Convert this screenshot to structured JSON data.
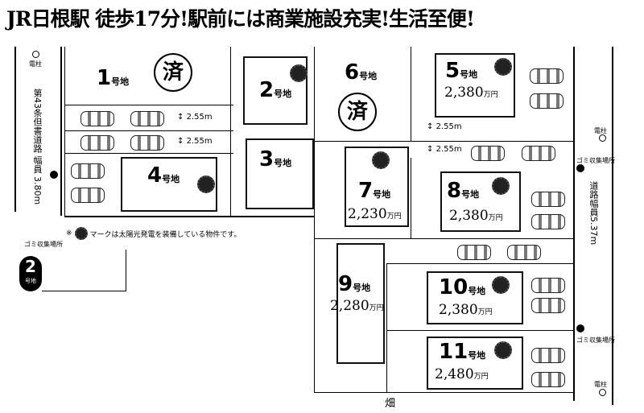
{
  "title": "JR日根駅 徒歩17分!駅前には商業施設充実!生活至便!",
  "lot_suffix": "号地",
  "price_unit": "万円",
  "sold_mark": "済",
  "lots": [
    {
      "num": "1",
      "price": "",
      "sold": true
    },
    {
      "num": "2",
      "price": "",
      "sold": false,
      "solar": true
    },
    {
      "num": "3",
      "price": "",
      "sold": false
    },
    {
      "num": "4",
      "price": "",
      "sold": false,
      "solar": true
    },
    {
      "num": "5",
      "price": "2,380",
      "solar": true
    },
    {
      "num": "6",
      "price": "",
      "sold": true
    },
    {
      "num": "7",
      "price": "2,230",
      "solar": true
    },
    {
      "num": "8",
      "price": "2,380",
      "solar": true
    },
    {
      "num": "9",
      "price": "2,280"
    },
    {
      "num": "10",
      "price": "2,380",
      "solar": true
    },
    {
      "num": "11",
      "price": "2,480",
      "solar": true
    }
  ],
  "dimensions": [
    "2.55m",
    "2.55m",
    "2.55m",
    "2.55m"
  ],
  "left_road": "第43条但書道路 幅員 3.80m",
  "right_road": "道路幅員5.37m",
  "utility_pole": "電柱",
  "garbage_point": "ゴミ収集場所",
  "field": "畑",
  "legend_note_prefix": "※",
  "legend_note": "マークは太陽光発電を装備している物件です。",
  "badge": {
    "num": "2",
    "label": "号地"
  }
}
